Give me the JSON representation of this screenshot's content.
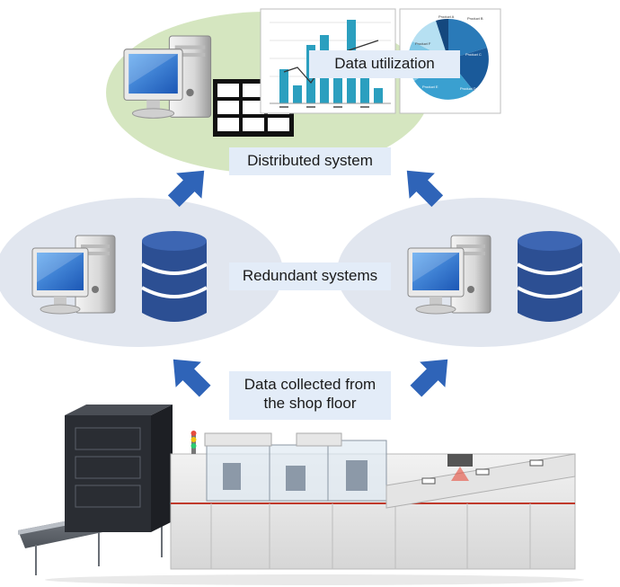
{
  "labels": {
    "data_utilization": "Data utilization",
    "distributed_system": "Distributed system",
    "redundant_systems": "Redundant systems",
    "data_collected_line1": "Data collected from",
    "data_collected_line2": "the shop floor"
  },
  "pie_legend": {
    "product_a": "Product A",
    "product_b": "Product B",
    "product_c": "Product C",
    "product_d": "Product D",
    "product_e": "Product E",
    "product_f": "Product F"
  },
  "colors": {
    "top_ellipse": "#d5e6c0",
    "side_ellipse": "#e1e6ef",
    "arrow_blue": "#2f64b8",
    "database_blue": "#2c4f93",
    "bar_teal": "#2b9fbf",
    "label_bg": "#e3ecf8"
  },
  "icons": {
    "computer": "desktop-computer-icon",
    "database": "database-icon",
    "table": "table-grid-icon"
  }
}
